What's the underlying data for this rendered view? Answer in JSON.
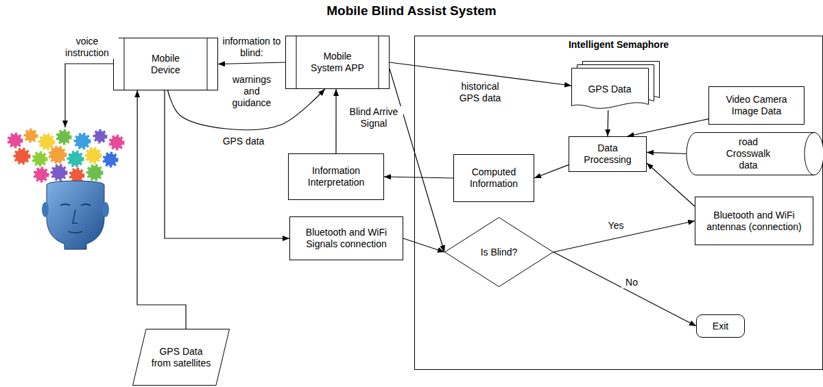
{
  "diagram": {
    "title": "Mobile Blind Assist System",
    "nodes": [
      {
        "text": [
          "Mobile Device"
        ]
      },
      {
        "text": [
          "Mobile System APP"
        ]
      },
      {
        "text": [
          "Intelligent Semaphore"
        ]
      },
      {
        "text": [
          "GPS Data"
        ],
        "in": 2
      },
      {
        "text": [
          "Video Camera Image Data"
        ],
        "in": 2
      },
      {
        "text": [
          "Data Processing"
        ],
        "in": 2
      },
      {
        "text": [
          "road Crosswalk data"
        ],
        "in": 2
      },
      {
        "text": [
          "Information Interpretation"
        ]
      },
      {
        "text": [
          "Computed Information"
        ],
        "in": 2
      },
      {
        "text": [
          "Bluetooth and WiFi antennas (connection)"
        ],
        "in": 2
      },
      {
        "text": [
          "Bluetooth and WiFi Signals connection"
        ]
      },
      {
        "text": [
          "Is Blind?"
        ],
        "in": 2
      },
      {
        "text": [
          "Exit"
        ],
        "in": 2
      },
      {
        "text": [
          "GPS Data from satellites"
        ]
      }
    ],
    "edges": [
      {
        "from": 1,
        "to": 0,
        "label": "information to blind:",
        "arrow": "to"
      },
      {
        "from": 0,
        "to": 1,
        "label": "GPS data",
        "arrow": "to"
      },
      {
        "from": 1,
        "to": 3,
        "label": "historical GPS data",
        "arrow": "to"
      },
      {
        "from": 1,
        "to": 11,
        "label": "Blind Arrive Signal",
        "arrow": "to"
      },
      {
        "from": 3,
        "to": 5,
        "arrow": "to"
      },
      {
        "from": 4,
        "to": 5,
        "arrow": "to"
      },
      {
        "from": 6,
        "to": 5,
        "arrow": "to"
      },
      {
        "from": 5,
        "to": 8,
        "arrow": "to"
      },
      {
        "from": 8,
        "to": 7,
        "arrow": "to"
      },
      {
        "from": 7,
        "to": 1,
        "arrow": "to"
      },
      {
        "from": 0,
        "to": 10,
        "arrow": "to"
      },
      {
        "from": 10,
        "to": 11,
        "arrow": "to"
      },
      {
        "from": 11,
        "to": 9,
        "label": "Yes",
        "arrow": "to"
      },
      {
        "from": 9,
        "to": 5,
        "arrow": "to"
      },
      {
        "from": 11,
        "to": 12,
        "label": "No",
        "arrow": "to"
      },
      {
        "from": 13,
        "to": 0,
        "arrow": "to"
      }
    ],
    "labels": [
      "voice instruction",
      "warnings and guidance"
    ]
  }
}
